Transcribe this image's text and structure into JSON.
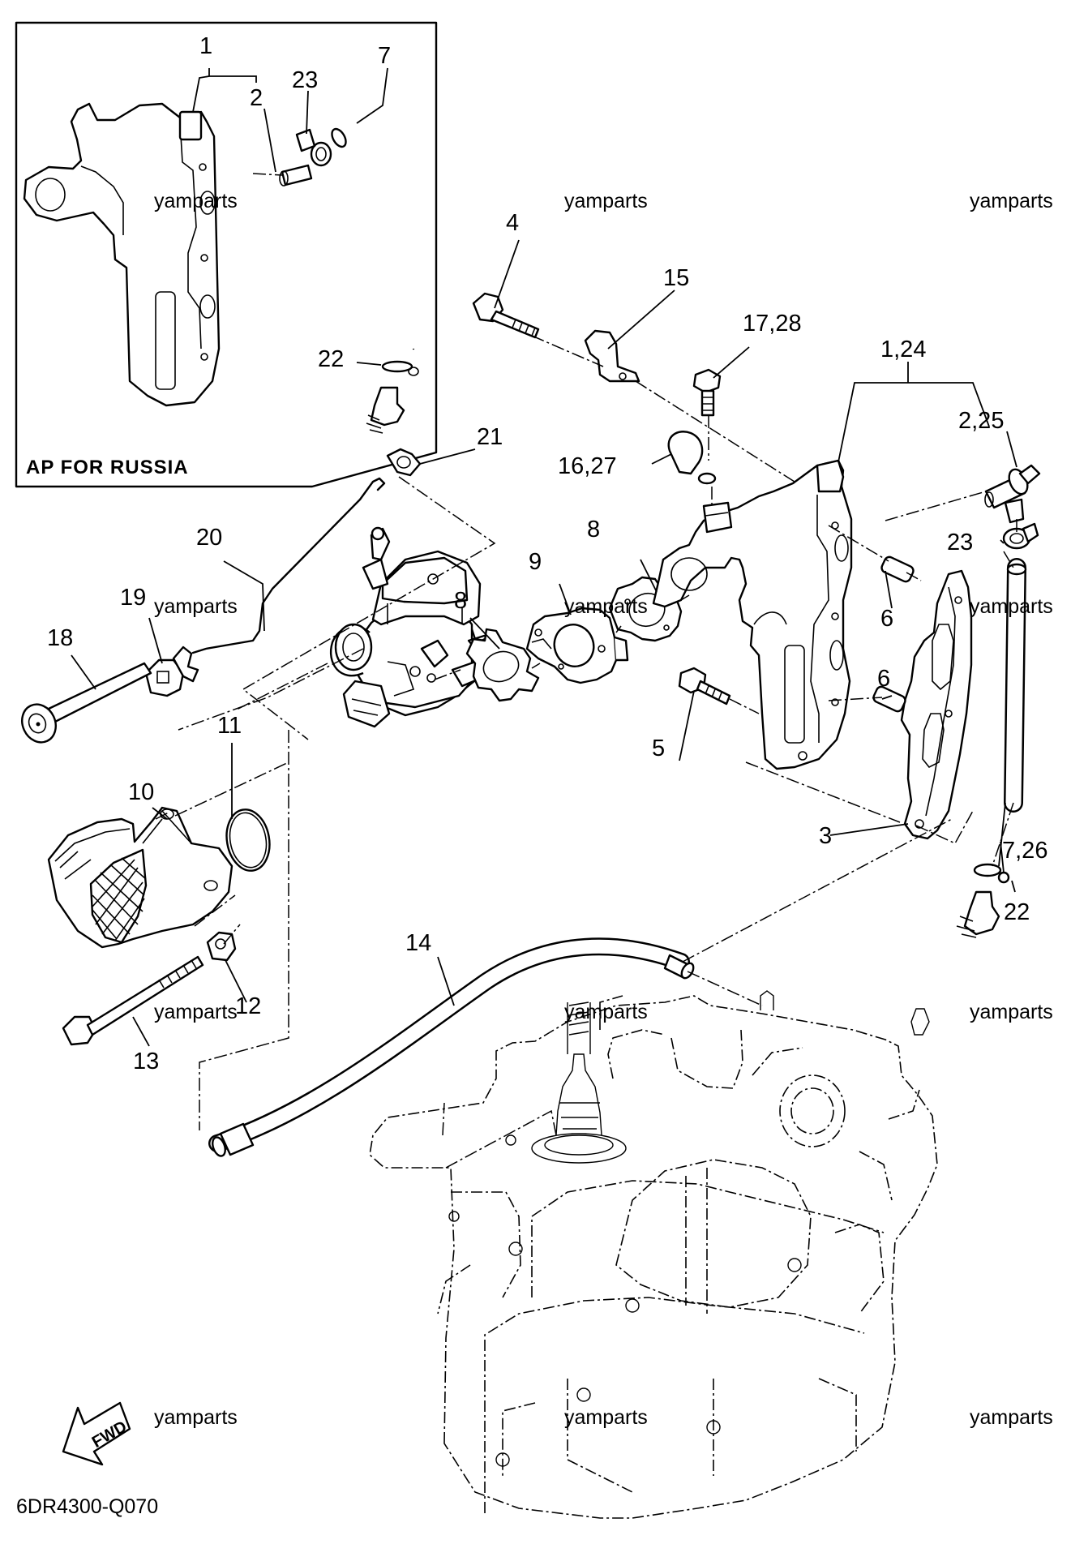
{
  "diagram": {
    "inset_caption": "AP FOR RUSSIA",
    "diagram_code": "6DR4300-Q070",
    "fwd_label": "FWD",
    "watermark": "yamparts",
    "callouts": [
      "1",
      "2",
      "23",
      "7",
      "22",
      "21",
      "4",
      "15",
      "17,28",
      "1,24",
      "2,25",
      "16,27",
      "23",
      "8",
      "9",
      "20",
      "19",
      "18",
      "8",
      "6",
      "6",
      "5",
      "11",
      "10",
      "3",
      "7,26",
      "22",
      "14",
      "12",
      "13"
    ]
  }
}
